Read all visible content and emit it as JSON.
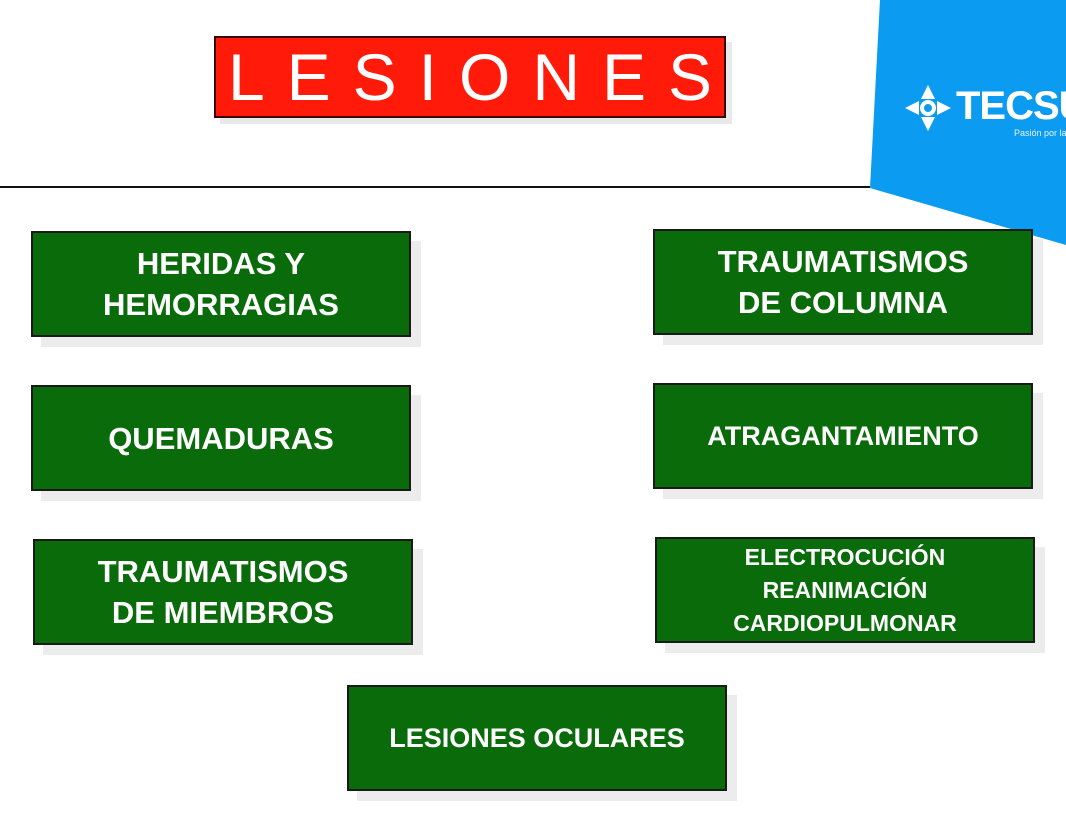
{
  "title": "LESIONES",
  "logo": {
    "name": "TECSU",
    "tagline": "Pasión por la"
  },
  "colors": {
    "title_bg": "#ff1a0a",
    "box_bg": "#0a6b0a",
    "logo_bg": "#0b9bf0"
  },
  "boxes": {
    "heridas": "HERIDAS Y\nHEMORRAGIAS",
    "trauma_columna": "TRAUMATISMOS\nDE COLUMNA",
    "quemaduras": "QUEMADURAS",
    "atragantamiento": "ATRAGANTAMIENTO",
    "trauma_miembros": "TRAUMATISMOS\nDE MIEMBROS",
    "electrocucion": "ELECTROCUCIÓN\nREANIMACIÓN\nCARDIOPULMONAR",
    "oculares": "LESIONES OCULARES"
  }
}
